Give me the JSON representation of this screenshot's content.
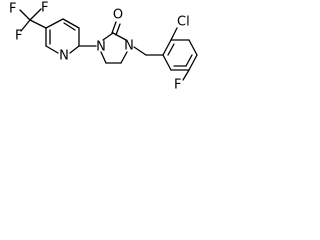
{
  "atoms": {
    "f1": "F",
    "f2": "F",
    "f3": "F",
    "n_pyridine": "N",
    "n_urea_1": "N",
    "n_urea_3": "N",
    "o_carbonyl": "O",
    "cl": "Cl",
    "f_aryl": "F"
  }
}
